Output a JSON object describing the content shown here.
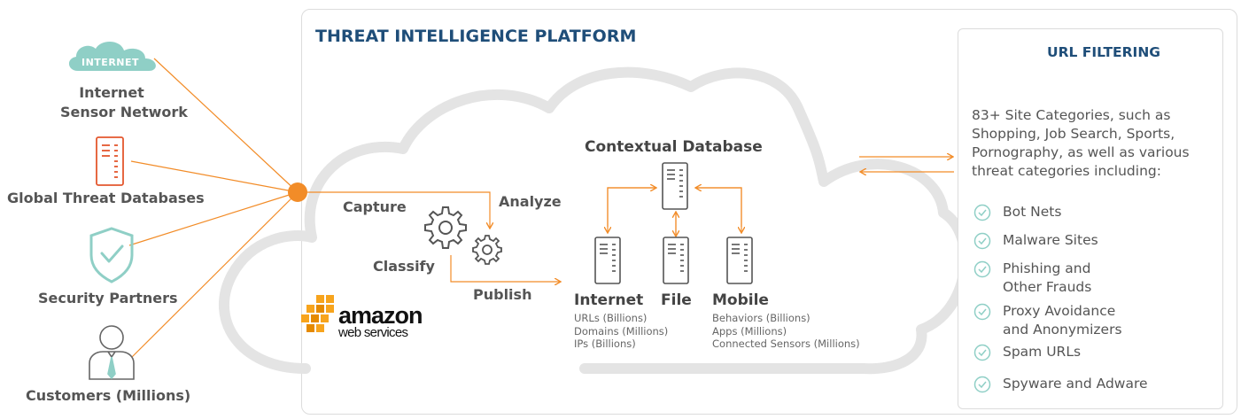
{
  "platform": {
    "title": "THREAT INTELLIGENCE PLATFORM"
  },
  "sources": {
    "internet_badge": "INTERNET",
    "internet_sensor": [
      "Internet",
      "Sensor Network"
    ],
    "global_threat": "Global Threat Databases",
    "security_partners": "Security Partners",
    "customers": "Customers (Millions)"
  },
  "process": {
    "capture": "Capture",
    "analyze": "Analyze",
    "classify": "Classify",
    "publish": "Publish"
  },
  "contextual_db": {
    "title": "Contextual Database",
    "internet": {
      "title": "Internet",
      "lines": [
        "URLs (Billions)",
        "Domains (Millions)",
        "IPs (Billions)"
      ]
    },
    "file": {
      "title": "File"
    },
    "mobile": {
      "title": "Mobile",
      "lines": [
        "Behaviors (Billions)",
        "Apps (Millions)",
        "Connected Sensors (Millions)"
      ]
    }
  },
  "aws": {
    "line1": "amazon",
    "line2": "web services"
  },
  "url_filtering": {
    "title": "URL FILTERING",
    "description": "83+ Site Categories, such as Shopping, Job Search, Sports, Pornography, as well as various threat categories including:",
    "categories": [
      [
        "Bot Nets"
      ],
      [
        "Malware Sites"
      ],
      [
        "Phishing and",
        "Other Frauds"
      ],
      [
        "Proxy Avoidance",
        "and Anonymizers"
      ],
      [
        "Spam URLs"
      ],
      [
        "Spyware and Adware"
      ]
    ]
  },
  "colors": {
    "accent_orange": "#f28c28",
    "title_blue": "#1f4e79",
    "cloud_grey": "#e4e4e4",
    "icon_grey": "#666666",
    "teal": "#8fcfc6",
    "red": "#e4572e"
  }
}
